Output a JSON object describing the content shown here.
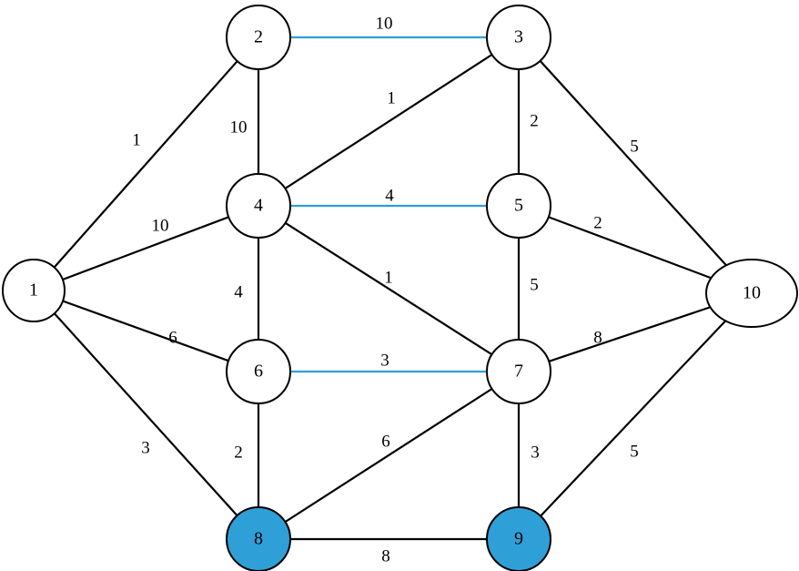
{
  "nodes": [
    {
      "id": "1",
      "label": "1",
      "fill": "#ffffff"
    },
    {
      "id": "2",
      "label": "2",
      "fill": "#ffffff"
    },
    {
      "id": "3",
      "label": "3",
      "fill": "#ffffff"
    },
    {
      "id": "4",
      "label": "4",
      "fill": "#ffffff"
    },
    {
      "id": "5",
      "label": "5",
      "fill": "#ffffff"
    },
    {
      "id": "6",
      "label": "6",
      "fill": "#ffffff"
    },
    {
      "id": "7",
      "label": "7",
      "fill": "#ffffff"
    },
    {
      "id": "8",
      "label": "8",
      "fill": "#2f9fd8"
    },
    {
      "id": "9",
      "label": "9",
      "fill": "#2f9fd8"
    },
    {
      "id": "10",
      "label": "10",
      "fill": "#ffffff"
    }
  ],
  "edges": [
    {
      "from": "1",
      "to": "2",
      "weight": "1",
      "color": "#000000"
    },
    {
      "from": "1",
      "to": "4",
      "weight": "10",
      "color": "#000000"
    },
    {
      "from": "1",
      "to": "6",
      "weight": "6",
      "color": "#000000"
    },
    {
      "from": "1",
      "to": "8",
      "weight": "3",
      "color": "#000000"
    },
    {
      "from": "2",
      "to": "3",
      "weight": "10",
      "color": "#2f9fd8"
    },
    {
      "from": "2",
      "to": "4",
      "weight": "10",
      "color": "#000000"
    },
    {
      "from": "3",
      "to": "4",
      "weight": "1",
      "color": "#000000"
    },
    {
      "from": "3",
      "to": "5",
      "weight": "2",
      "color": "#000000"
    },
    {
      "from": "3",
      "to": "10",
      "weight": "5",
      "color": "#000000"
    },
    {
      "from": "4",
      "to": "5",
      "weight": "4",
      "color": "#2f9fd8"
    },
    {
      "from": "4",
      "to": "6",
      "weight": "4",
      "color": "#000000"
    },
    {
      "from": "4",
      "to": "7",
      "weight": "1",
      "color": "#000000"
    },
    {
      "from": "5",
      "to": "7",
      "weight": "5",
      "color": "#000000"
    },
    {
      "from": "5",
      "to": "10",
      "weight": "2",
      "color": "#000000"
    },
    {
      "from": "6",
      "to": "7",
      "weight": "3",
      "color": "#2f9fd8"
    },
    {
      "from": "6",
      "to": "8",
      "weight": "2",
      "color": "#000000"
    },
    {
      "from": "7",
      "to": "8",
      "weight": "6",
      "color": "#000000"
    },
    {
      "from": "7",
      "to": "9",
      "weight": "3",
      "color": "#000000"
    },
    {
      "from": "7",
      "to": "10",
      "weight": "8",
      "color": "#000000"
    },
    {
      "from": "8",
      "to": "9",
      "weight": "8",
      "color": "#000000"
    },
    {
      "from": "9",
      "to": "10",
      "weight": "5",
      "color": "#000000"
    }
  ]
}
